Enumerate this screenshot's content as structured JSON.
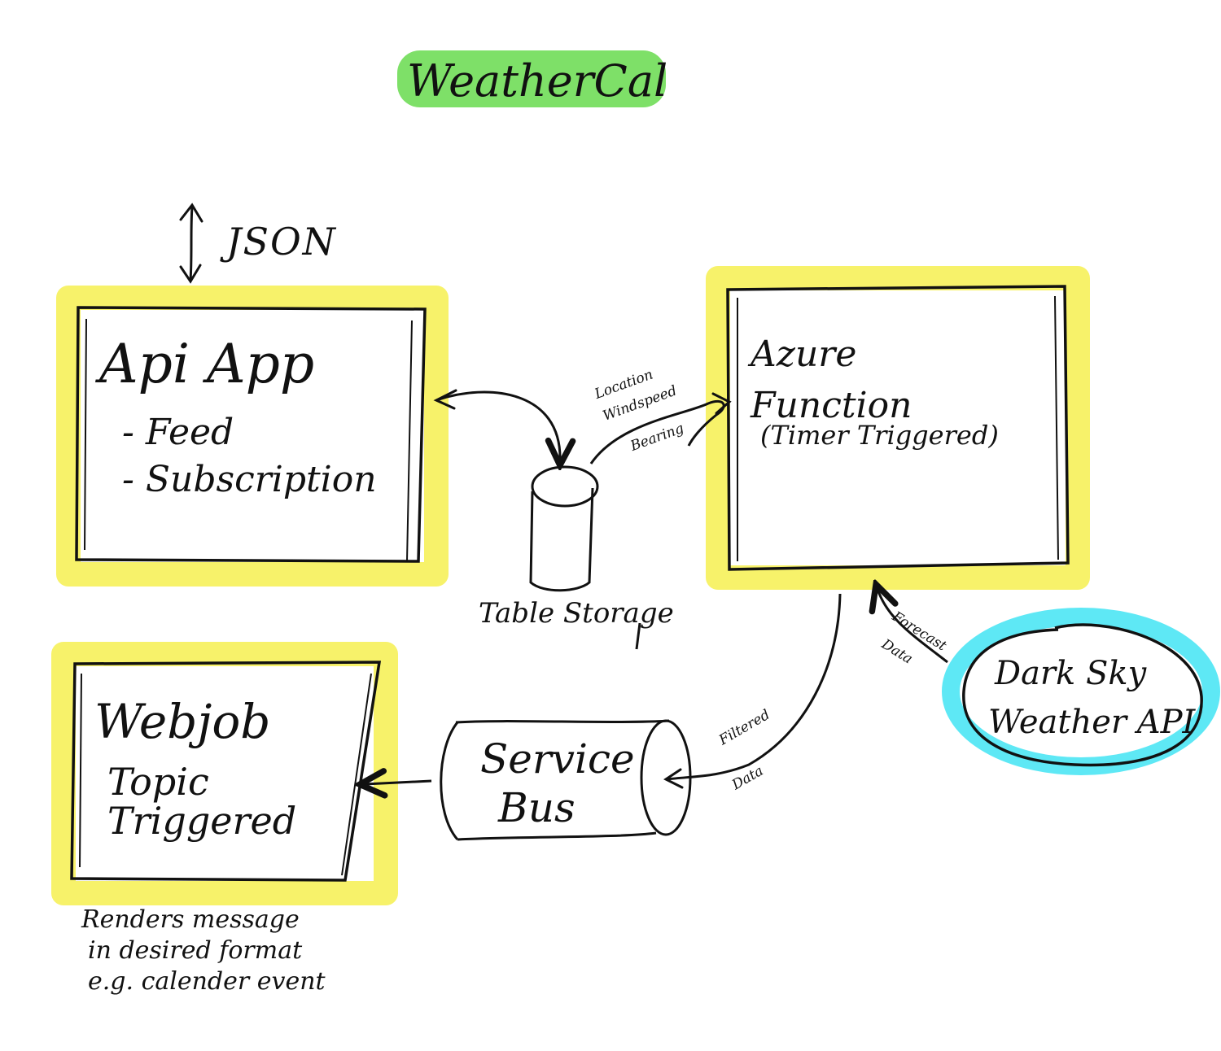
{
  "title": "WeatherCal",
  "colors": {
    "title_highlight": "#7ee068",
    "box_highlight": "#f7f26a",
    "cloud_highlight": "#5ee8f5",
    "ink": "#111111"
  },
  "json_label": "JSON",
  "api_app": {
    "title": "Api App",
    "items": [
      "- Feed",
      "- Subscription"
    ]
  },
  "azure_function": {
    "lines": [
      "Azure",
      "Function",
      "(Timer Triggered)"
    ]
  },
  "table_storage": {
    "label": "Table Storage"
  },
  "edge_storage_to_function": [
    "Location",
    "Windspeed",
    "Bearing"
  ],
  "edge_darksky_to_function": [
    "Forecast",
    "Data"
  ],
  "edge_function_to_bus": [
    "Filtered",
    "Data"
  ],
  "dark_sky": {
    "lines": [
      "Dark Sky",
      "Weather API"
    ]
  },
  "service_bus": {
    "lines": [
      "Service",
      "Bus"
    ]
  },
  "webjob": {
    "title": "Webjob",
    "lines": [
      "Topic",
      "Triggered"
    ]
  },
  "webjob_note": [
    "Renders message",
    "in desired format",
    "e.g. calender event"
  ]
}
